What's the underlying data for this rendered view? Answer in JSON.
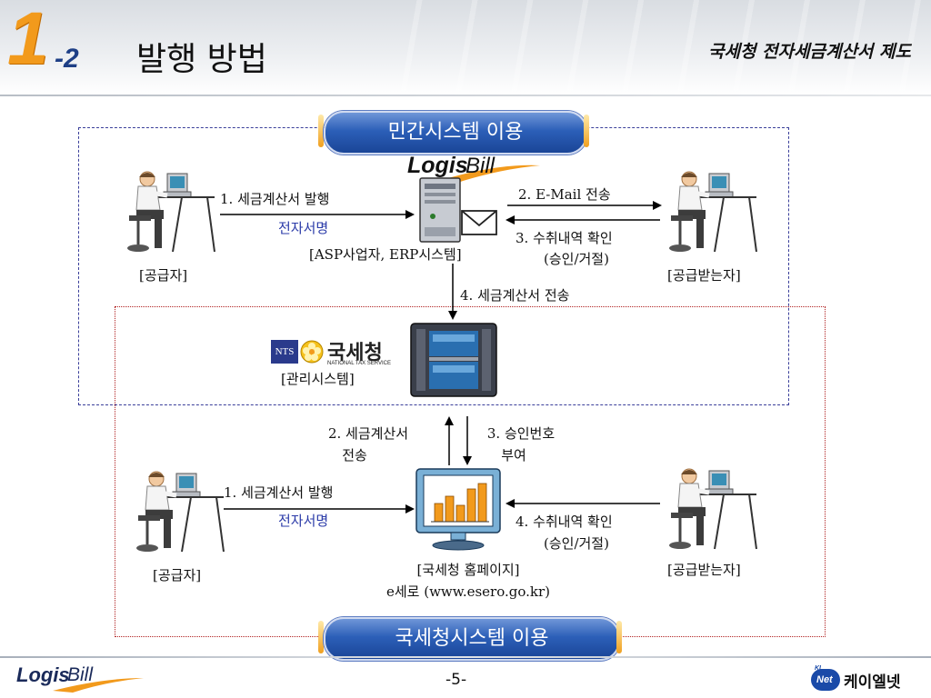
{
  "header": {
    "chapter_number": "1",
    "chapter_sub": "-2",
    "page_title": "발행 방법",
    "doc_title": "국세청 전자세금계산서 제도"
  },
  "private_system": {
    "banner": "민간시스템 이용",
    "logo_text_bold": "Logis",
    "logo_text_light": "Bill",
    "supplier_label": "[공급자]",
    "receiver_label": "[공급받는자]",
    "server_label": "[ASP사업자, ERP시스템]",
    "step1": "1. 세금계산서 발행",
    "step1_sign": "전자서명",
    "step2": "2. E-Mail 전송",
    "step3_line1": "3. 수취내역 확인",
    "step3_line2": "(승인/거절)",
    "step4": "4. 세금계산서 전송"
  },
  "nts_system": {
    "banner": "국세청시스템 이용",
    "nts_logo_abbr": "NTS",
    "nts_logo_korean": "국세청",
    "nts_logo_english": "NATIONAL TAX SERVICE",
    "management_label": "[관리시스템]",
    "up_line1": "2. 세금계산서",
    "up_line2": "전송",
    "down_line1": "3. 승인번호",
    "down_line2": "부여",
    "supplier_label": "[공급자]",
    "receiver_label": "[공급받는자]",
    "step1": "1. 세금계산서 발행",
    "step1_sign": "전자서명",
    "step4_line1": "4. 수취내역 확인",
    "step4_line2": "(승인/거절)",
    "homepage_line1": "[국세청 홈페이지]",
    "homepage_line2": "e세로 (www.esero.go.kr)"
  },
  "footer": {
    "logo_bold": "Logis",
    "logo_light": "Bill",
    "page": "-5-",
    "partner_badge_top": "KL",
    "partner_badge": "Net",
    "partner_name": "케이엘넷"
  },
  "colors": {
    "accent_orange": "#f29a1c",
    "banner_blue": "#2c5fb8",
    "region_dash": "#3a3f9a",
    "region_dot": "#b02020",
    "sign_text": "#2a3aa8"
  }
}
